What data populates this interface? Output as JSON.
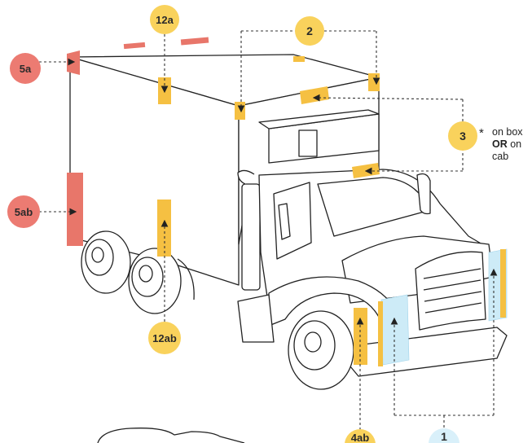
{
  "colors": {
    "reflector_yellow": "#F5C042",
    "reflector_red": "#E8766A",
    "reflector_blue": "#CDEBF7",
    "badge_yellow": "#F9D25C",
    "badge_red": "#EC7B72",
    "badge_blue": "#D9F0FA",
    "outline": "#222222"
  },
  "labels": {
    "l12a": "12a",
    "l2": "2",
    "l5a": "5a",
    "l3": "3",
    "l5ab": "5ab",
    "l12ab": "12ab",
    "l4ab": "4ab",
    "l1": "1"
  },
  "note": {
    "star": "*",
    "line1": "on box",
    "line2_bold": "OR",
    "line2_rest": " on",
    "line3": "cab"
  }
}
